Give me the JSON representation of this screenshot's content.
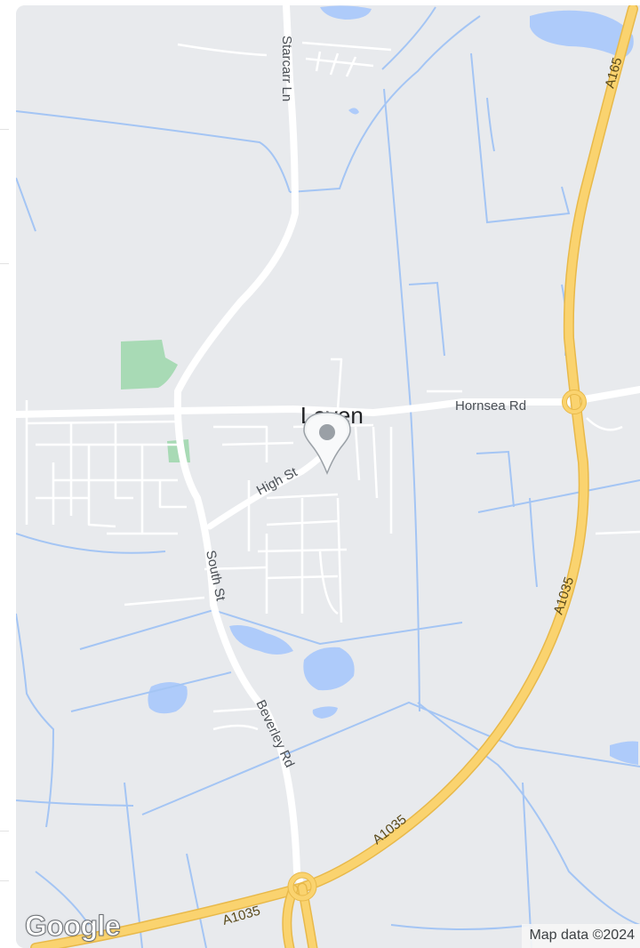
{
  "map": {
    "town_label": "Leven",
    "roads": {
      "starcarr": "Starcarr Ln",
      "hornsea": "Hornsea Rd",
      "high_st": "High St",
      "south_st": "South St",
      "beverley": "Beverley Rd",
      "a165": "A165",
      "a1035_east": "A1035",
      "a1035_south": "A1035",
      "a1035_west": "A1035"
    },
    "google_logo": "Google",
    "attribution": "Map data ©2024"
  },
  "colors": {
    "land": "#e8eaed",
    "water": "#aecbfa",
    "stream": "#a4c5f4",
    "park": "#a8dab5",
    "road": "#ffffff",
    "motorway": "#fad36f",
    "motorway_edge": "#e8b94a",
    "pin": "#9aa0a6"
  }
}
